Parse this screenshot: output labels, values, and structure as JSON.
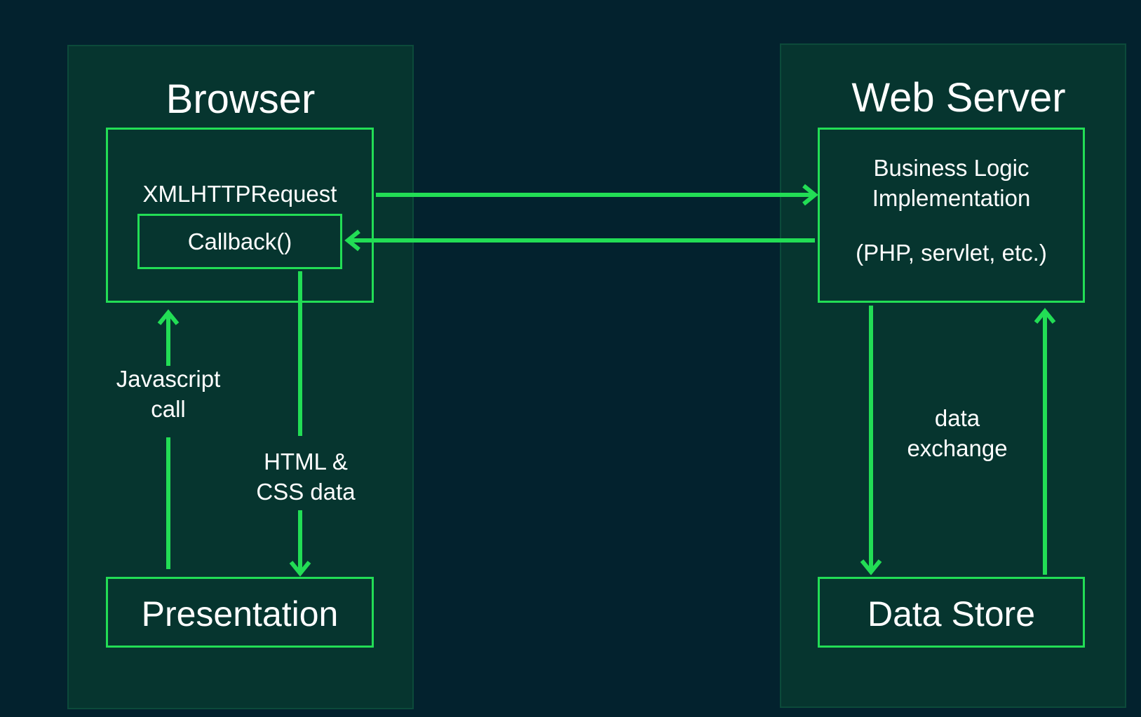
{
  "browser": {
    "title": "Browser",
    "xhr_label": "XMLHTTPRequest",
    "callback_label": "Callback()",
    "presentation_label": "Presentation",
    "js_call_line1": "Javascript",
    "js_call_line2": "call",
    "html_css_line1": "HTML &",
    "html_css_line2": "CSS data"
  },
  "server": {
    "title": "Web Server",
    "logic_line1": "Business Logic",
    "logic_line2": "Implementation",
    "logic_line3": "(PHP, servlet, etc.)",
    "data_store_label": "Data Store",
    "exchange_line1": "data",
    "exchange_line2": "exchange"
  },
  "colors": {
    "background": "#03222e",
    "panel": "#06352f",
    "accent": "#22dd55",
    "text": "#ffffff"
  }
}
